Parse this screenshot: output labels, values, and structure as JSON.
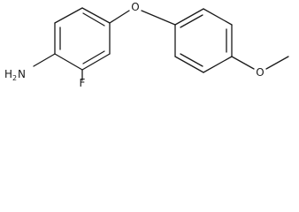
{
  "molecule": {
    "atoms": {
      "amine": {
        "element": "N",
        "hydrogens": "2",
        "prefix": "H"
      },
      "fluorine": {
        "element": "F"
      },
      "ether_oxygen": {
        "element": "O"
      },
      "methoxy_oxygen": {
        "element": "O"
      }
    },
    "colors": {
      "bond": "#1a1a1a",
      "background": "#ffffff"
    }
  }
}
